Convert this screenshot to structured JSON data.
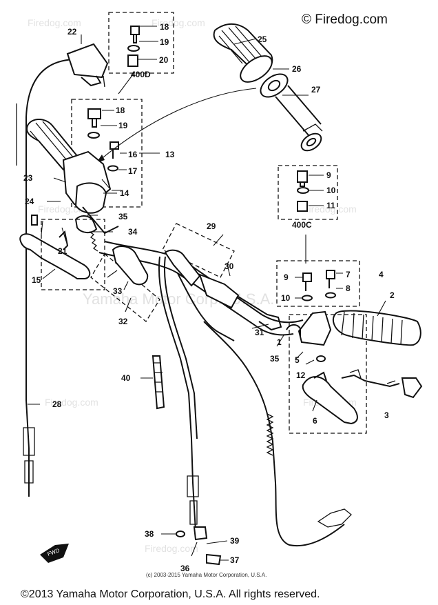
{
  "watermarks": {
    "firedog": "Firedog.com",
    "yamaha": "Yamaha Motor Corp., U.S.A."
  },
  "brand": "© Firedog.com",
  "copyright_small": "(c) 2003-2015 Yamaha Motor Corporation, U.S.A.",
  "copyright_main": "©2013 Yamaha Motor Corporation, U.S.A. All rights reserved.",
  "labels": {
    "p1": "1",
    "p2": "2",
    "p3": "3",
    "p4": "4",
    "p5": "5",
    "p6": "6",
    "p7": "7",
    "p8": "8",
    "p9a": "9",
    "p9b": "9",
    "p10a": "10",
    "p10b": "10",
    "p11": "11",
    "p12": "12",
    "p13": "13",
    "p14": "14",
    "p15": "15",
    "p16": "16",
    "p17": "17",
    "p18a": "18",
    "p18b": "18",
    "p19a": "19",
    "p19b": "19",
    "p20": "20",
    "p21": "21",
    "p22": "22",
    "p23": "23",
    "p24": "24",
    "p25": "25",
    "p26": "26",
    "p27": "27",
    "p28": "28",
    "p29": "29",
    "p30": "30",
    "p31": "31",
    "p32": "32",
    "p33": "33",
    "p34": "34",
    "p35a": "35",
    "p35b": "35",
    "p36": "36",
    "p37": "37",
    "p38": "38",
    "p39": "39",
    "p40": "40",
    "v400d": "400D",
    "v400c": "400C"
  }
}
